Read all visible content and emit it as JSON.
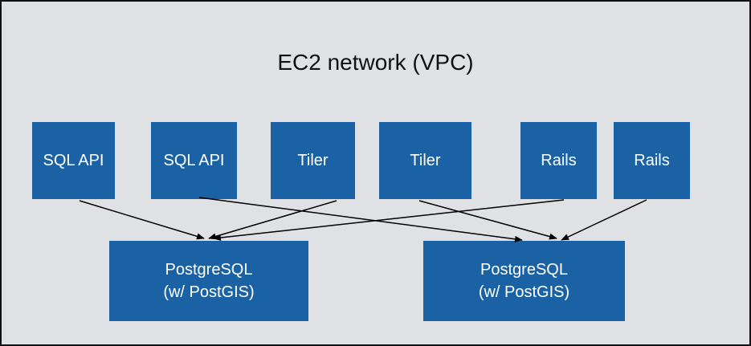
{
  "title": "EC2 network (VPC)",
  "services": [
    {
      "id": "sqlapi1",
      "label": "SQL API"
    },
    {
      "id": "sqlapi2",
      "label": "SQL API"
    },
    {
      "id": "tiler1",
      "label": "Tiler"
    },
    {
      "id": "tiler2",
      "label": "Tiler"
    },
    {
      "id": "rails1",
      "label": "Rails"
    },
    {
      "id": "rails2",
      "label": "Rails"
    }
  ],
  "databases": [
    {
      "id": "pg1",
      "line1": "PostgreSQL",
      "line2": "(w/ PostGIS)"
    },
    {
      "id": "pg2",
      "line1": "PostgreSQL",
      "line2": "(w/ PostGIS)"
    }
  ],
  "connections": [
    {
      "from": "sqlapi1",
      "to": "pg1"
    },
    {
      "from": "sqlapi2",
      "to": "pg2"
    },
    {
      "from": "tiler1",
      "to": "pg1"
    },
    {
      "from": "tiler2",
      "to": "pg2"
    },
    {
      "from": "rails1",
      "to": "pg1"
    },
    {
      "from": "rails2",
      "to": "pg2"
    }
  ],
  "colors": {
    "background": "#e0e1e4",
    "box": "#1b62a5",
    "box_text": "#ffffff",
    "arrow": "#000000"
  }
}
